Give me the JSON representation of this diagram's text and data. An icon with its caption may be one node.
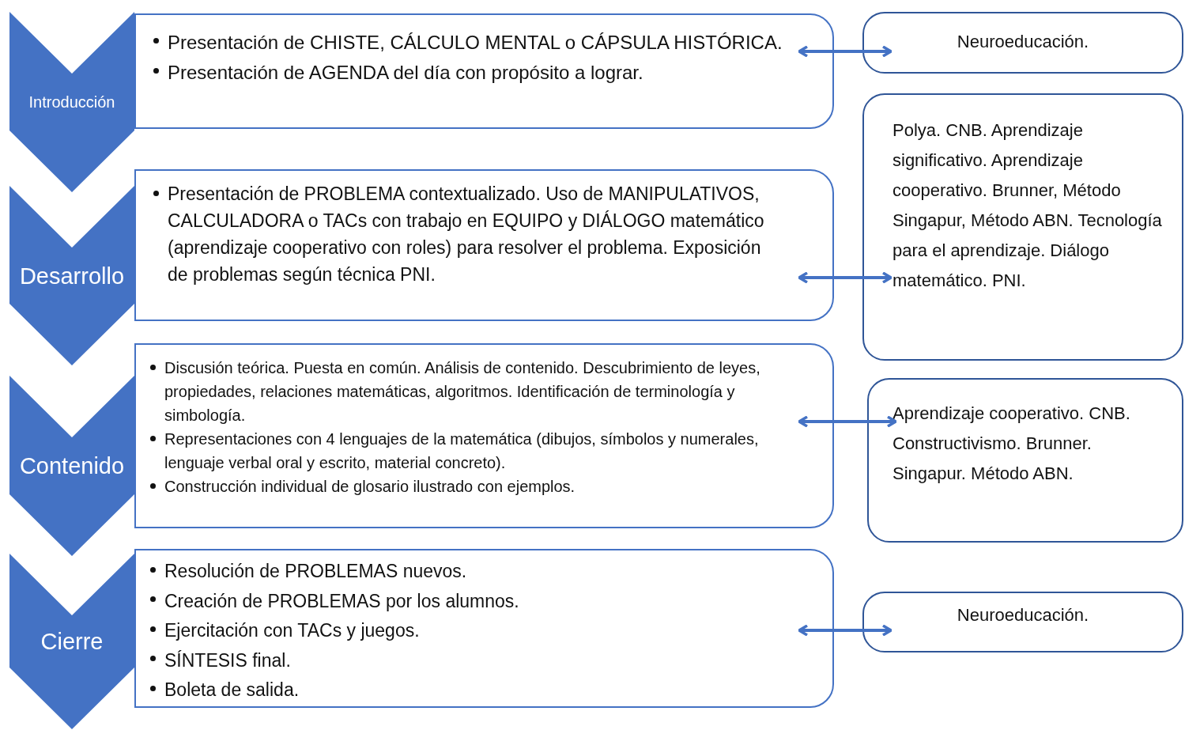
{
  "diagram": {
    "nodes": [
      {
        "text": [
          "Introducción"
        ]
      },
      {
        "text": [
          "Presentación de CHISTE, CÁLCULO MENTAL o CÁPSULA HISTÓRICA.",
          "Presentación de AGENDA del día con propósito a lograr."
        ]
      },
      {
        "text": [
          "Neuroeducación."
        ]
      },
      {
        "text": [
          "Desarrollo"
        ]
      },
      {
        "text": [
          "Presentación de PROBLEMA contextualizado. Uso de MANIPULATIVOS, CALCULADORA o TACs con trabajo en EQUIPO y DIÁLOGO matemático (aprendizaje cooperativo con roles) para resolver el problema. Exposición de problemas según técnica PNI."
        ]
      },
      {
        "text": [
          "Polya. CNB. Aprendizaje significativo. Aprendizaje cooperativo. Brunner, Método Singapur, Método ABN. Tecnología para el aprendizaje. Diálogo matemático. PNI."
        ]
      },
      {
        "text": [
          "Contenido"
        ]
      },
      {
        "text": [
          "Discusión teórica. Puesta en común. Análisis de contenido. Descubrimiento de leyes, propiedades, relaciones matemáticas, algoritmos. Identificación de terminología y simbología.",
          "Representaciones con 4 lenguajes de la matemática (dibujos, símbolos y numerales, lenguaje verbal oral y escrito, material concreto).",
          "Construcción individual de glosario ilustrado con ejemplos."
        ]
      },
      {
        "text": [
          "Aprendizaje cooperativo. CNB. Constructivismo. Brunner. Singapur. Método ABN."
        ]
      },
      {
        "text": [
          "Cierre"
        ]
      },
      {
        "text": [
          "Resolución de PROBLEMAS nuevos.",
          "Creación de PROBLEMAS por los alumnos.",
          "Ejercitación con TACs y juegos.",
          "SÍNTESIS final.",
          "Boleta de salida."
        ]
      },
      {
        "text": [
          "Neuroeducación."
        ]
      }
    ],
    "edges": [
      {
        "from": 1,
        "to": 2,
        "arrow": "both"
      },
      {
        "from": 4,
        "to": 5,
        "arrow": "both"
      },
      {
        "from": 7,
        "to": 8,
        "arrow": "both"
      },
      {
        "from": 10,
        "to": 11,
        "arrow": "both"
      }
    ]
  }
}
